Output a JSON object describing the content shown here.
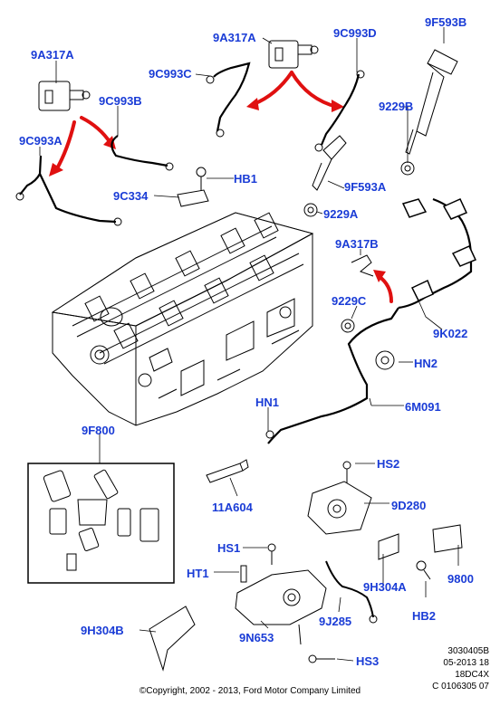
{
  "colors": {
    "label": "#1a3cd6",
    "arrow": "#e01010",
    "line": "#000000"
  },
  "callouts": {
    "c9a317a_left": "9A317A",
    "c9c993b": "9C993B",
    "c9c993a": "9C993A",
    "c9a317a_top": "9A317A",
    "c9c993c": "9C993C",
    "c9c993d": "9C993D",
    "c9f593b": "9F593B",
    "c9229b": "9229B",
    "chb1": "HB1",
    "c9c334": "9C334",
    "c9f593a": "9F593A",
    "c9229a": "9229A",
    "c9a317b": "9A317B",
    "c9229c": "9229C",
    "c9k022": "9K022",
    "chn2": "HN2",
    "chn1": "HN1",
    "c6m091": "6M091",
    "c9f800": "9F800",
    "chs2": "HS2",
    "c11a604": "11A604",
    "c9d280": "9D280",
    "chs1": "HS1",
    "cht1": "HT1",
    "c9h304a": "9H304A",
    "c9800": "9800",
    "chb2": "HB2",
    "c9h304b": "9H304B",
    "c9n653": "9N653",
    "c9j285": "9J285",
    "chs3": "HS3"
  },
  "info": {
    "line1": "3030405B",
    "line2": "05-2013 18",
    "line3": "18DC4X",
    "line4": "C 0106305 07"
  },
  "copyright": "©Copyright, 2002 - 2013, Ford Motor Company Limited"
}
